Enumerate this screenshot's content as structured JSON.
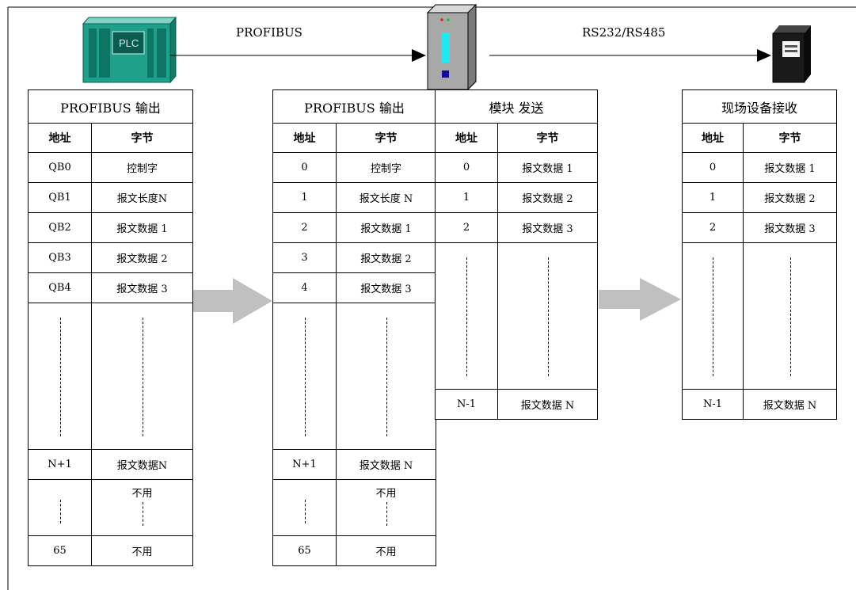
{
  "links": {
    "profibus_label": "PROFIBUS",
    "serial_label": "RS232/RS485"
  },
  "devices": {
    "plc_text": "PLC"
  },
  "headers": {
    "addr": "地址",
    "byte": "字节"
  },
  "table_plc": {
    "title": "PROFIBUS 输出",
    "rows": [
      {
        "addr": "QB0",
        "byte": "控制字"
      },
      {
        "addr": "QB1",
        "byte": "报文长度N"
      },
      {
        "addr": "QB2",
        "byte": "报文数据 1"
      },
      {
        "addr": "QB3",
        "byte": "报文数据 2"
      },
      {
        "addr": "QB4",
        "byte": "报文数据 3"
      }
    ],
    "row_n1": {
      "addr": "N+1",
      "byte": "报文数据N"
    },
    "unused": "不用",
    "last": {
      "addr": "65",
      "byte": "不用"
    }
  },
  "table_module_in": {
    "title": "PROFIBUS 输出",
    "rows": [
      {
        "addr": "0",
        "byte": "控制字"
      },
      {
        "addr": "1",
        "byte": "报文长度 N"
      },
      {
        "addr": "2",
        "byte": "报文数据 1"
      },
      {
        "addr": "3",
        "byte": "报文数据 2"
      },
      {
        "addr": "4",
        "byte": "报文数据 3"
      }
    ],
    "row_n1": {
      "addr": "N+1",
      "byte": "报文数据 N"
    },
    "unused": "不用",
    "last": {
      "addr": "65",
      "byte": "不用"
    }
  },
  "table_module_out": {
    "title": "模块 发送",
    "rows": [
      {
        "addr": "0",
        "byte": "报文数据 1"
      },
      {
        "addr": "1",
        "byte": "报文数据 2"
      },
      {
        "addr": "2",
        "byte": "报文数据 3"
      }
    ],
    "last": {
      "addr": "N-1",
      "byte": "报文数据 N"
    }
  },
  "table_device": {
    "title": "现场设备接收",
    "rows": [
      {
        "addr": "0",
        "byte": "报文数据 1"
      },
      {
        "addr": "1",
        "byte": "报文数据 2"
      },
      {
        "addr": "2",
        "byte": "报文数据 3"
      }
    ],
    "last": {
      "addr": "N-1",
      "byte": "报文数据 N"
    }
  },
  "colors": {
    "plc_body": "#1fa08a",
    "module_body": "#a8a8a8",
    "module_led": "#20e8f0",
    "module_port": "#1010a0",
    "arrow_grey": "#c0c0c0"
  }
}
